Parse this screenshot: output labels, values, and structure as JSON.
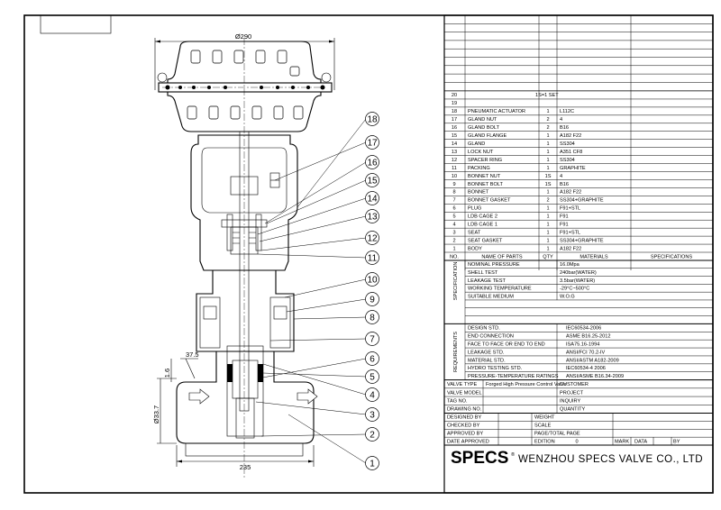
{
  "drawing": {
    "dims": {
      "top_width": "Ø290",
      "bottom_width": "235",
      "height": "Ø33.7",
      "chamfer": "37.5",
      "offset": "1.6"
    },
    "callouts": [
      "18",
      "17",
      "16",
      "15",
      "14",
      "13",
      "12",
      "11",
      "10",
      "9",
      "8",
      "7",
      "6",
      "5",
      "4",
      "3",
      "2",
      "1"
    ]
  },
  "parts": {
    "top_row": {
      "no": "20",
      "text": "1S=1 SET"
    },
    "row19": {
      "no": "19"
    },
    "rows": [
      {
        "no": "18",
        "name": "PNEUMATIC ACTUATOR",
        "qty": "1",
        "material": "L112C"
      },
      {
        "no": "17",
        "name": "GLAND NUT",
        "qty": "2",
        "material": "4"
      },
      {
        "no": "16",
        "name": "GLAND BOLT",
        "qty": "2",
        "material": "B16"
      },
      {
        "no": "15",
        "name": "GLAND FLANGE",
        "qty": "1",
        "material": "A182 F22"
      },
      {
        "no": "14",
        "name": "GLAND",
        "qty": "1",
        "material": "SS304"
      },
      {
        "no": "13",
        "name": "LOCK NUT",
        "qty": "1",
        "material": "A351 CF8"
      },
      {
        "no": "12",
        "name": "SPACER RING",
        "qty": "1",
        "material": "SS304"
      },
      {
        "no": "11",
        "name": "PACKING",
        "qty": "1",
        "material": "GRAPHITE"
      },
      {
        "no": "10",
        "name": "BONNET NUT",
        "qty": "1S",
        "material": "4"
      },
      {
        "no": "9",
        "name": "BONNET BOLT",
        "qty": "1S",
        "material": "B16"
      },
      {
        "no": "8",
        "name": "BONNET",
        "qty": "1",
        "material": "A182 F22"
      },
      {
        "no": "7",
        "name": "BONNET GASKET",
        "qty": "2",
        "material": "SS304+GRAPHITE"
      },
      {
        "no": "6",
        "name": "PLUG",
        "qty": "1",
        "material": "F91+STL"
      },
      {
        "no": "5",
        "name": "LDB CAGE 2",
        "qty": "1",
        "material": "F91"
      },
      {
        "no": "4",
        "name": "LDB CAGE 1",
        "qty": "1",
        "material": "F91"
      },
      {
        "no": "3",
        "name": "SEAT",
        "qty": "1",
        "material": "F91+STL"
      },
      {
        "no": "2",
        "name": "SEAT GASKET",
        "qty": "1",
        "material": "SS304+GRAPHITE"
      },
      {
        "no": "1",
        "name": "BODY",
        "qty": "1",
        "material": "A182 F22"
      }
    ],
    "header": {
      "no": "NO.",
      "name": "NAME OF PARTS",
      "qty": "QTY",
      "materials": "MATERIALS",
      "specs": "SPECIFICATIONS"
    }
  },
  "specification": {
    "label": "SPECIFICATION",
    "rows": [
      {
        "name": "NOMINAL PRESSURE",
        "value": "16.0Mpa"
      },
      {
        "name": "SHELL TEST",
        "value": "240bar(WATER)"
      },
      {
        "name": "LEAKAGE TEST",
        "value": "3.5bar(WATER)"
      },
      {
        "name": "WORKING TEMPERATURE",
        "value": "-29°C~500°C"
      },
      {
        "name": "SUITABLE MEDIUM",
        "value": "W.O.G"
      }
    ]
  },
  "requirements": {
    "label": "REQUIREMENTS",
    "rows": [
      {
        "name": "DESIGN STD.",
        "value": "IEC60534-2006"
      },
      {
        "name": "END CONNECTION",
        "value": "ASME B16.25-2012"
      },
      {
        "name": "FACE TO FACE OR END TO END",
        "value": "ISA75.16-1994"
      },
      {
        "name": "LEAKAGE STD.",
        "value": "ANSI/FCI 70.2-IV"
      },
      {
        "name": "MATERIAL STD.",
        "value": "ANSI/ASTM A182-2009"
      },
      {
        "name": "HYDRO TESTING STD.",
        "value": "IEC60534-4 2006"
      },
      {
        "name": "PRESSURE-TEMPERATURE RATINGS",
        "value": "ANSI/ASME B16.34-2009"
      }
    ]
  },
  "info": {
    "valve_type_label": "VALVE TYPE",
    "valve_type_value": "Forged High Pressure Control Valve",
    "customer": "CUSTOMER",
    "valve_model": "VALVE MODEL",
    "project": "PROJECT",
    "tag_no": "TAG NO.",
    "inquiry": "INQUIRY",
    "drawing_no": "DRAWING NO.",
    "quantity": "QUANTITY"
  },
  "approvals": {
    "designed_by": "DESIGNED BY",
    "weight": "WEIGHT",
    "checked_by": "CHECKED BY",
    "scale": "SCALE",
    "approved_by": "APPROVED BY",
    "page_total": "PAGE/TOTAL PAGE",
    "date_approved": "DATE APPROVED",
    "edition": "EDITION",
    "edition_value": "0",
    "mark": "MARK",
    "data": "DATA",
    "by": "BY"
  },
  "footer": {
    "logo": "SPECS",
    "registered": "®",
    "company": "WENZHOU SPECS VALVE CO., LTD"
  }
}
